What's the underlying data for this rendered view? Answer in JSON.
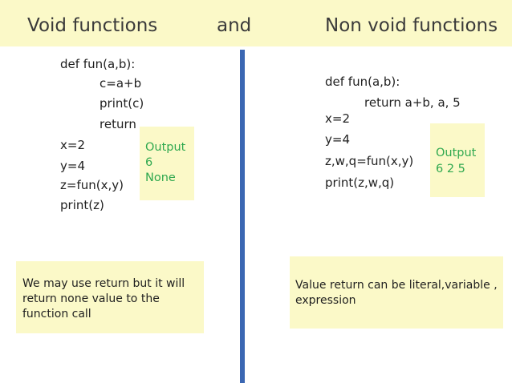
{
  "header": {
    "left_title": "Void functions",
    "middle_word": "and",
    "right_title": "Non void functions"
  },
  "left": {
    "code": [
      "def fun(a,b):",
      "c=a+b",
      "print(c)",
      "return",
      "x=2",
      "y=4",
      "z=fun(x,y)",
      "print(z)"
    ],
    "output": [
      "Output",
      "6",
      "None"
    ],
    "note": "We may use return but it will return none value to the function call"
  },
  "right": {
    "code": [
      "def fun(a,b):",
      "return a+b, a, 5",
      "x=2",
      "y=4",
      "z,w,q=fun(x,y)",
      "print(z,w,q)"
    ],
    "output": [
      "Output",
      "6 2 5"
    ],
    "note": "Value return can be literal,variable , expression"
  }
}
